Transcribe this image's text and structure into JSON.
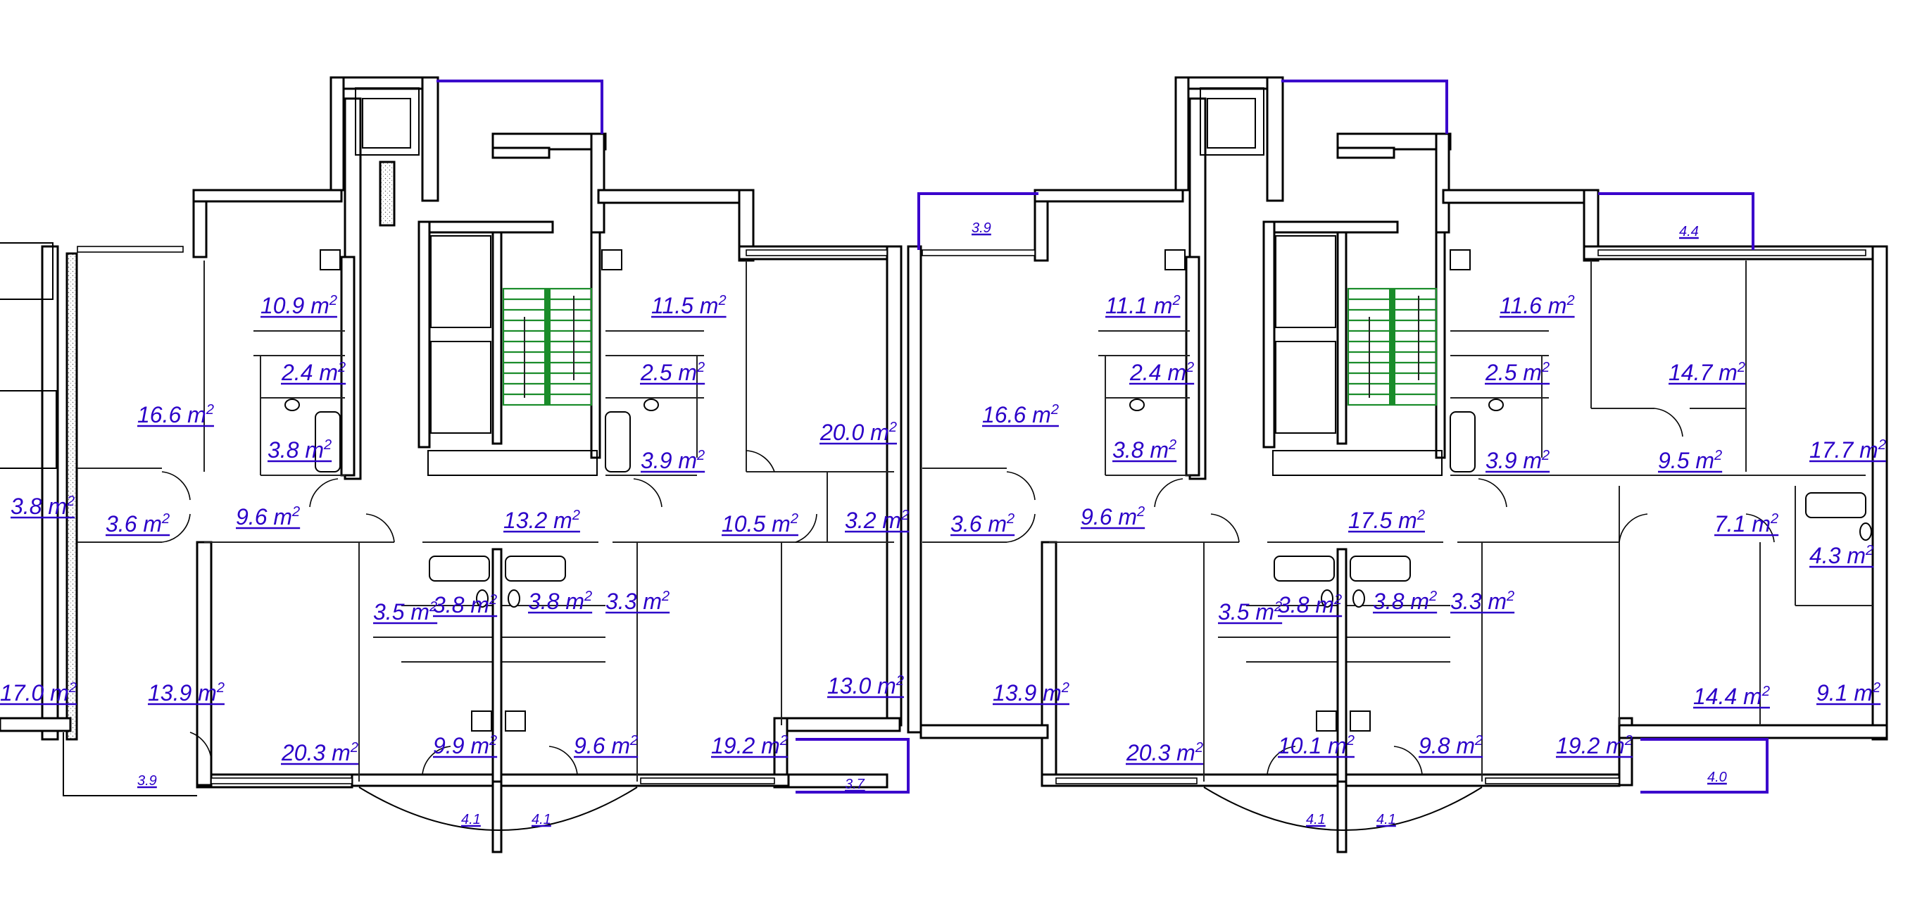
{
  "rooms": [
    {
      "label": "10.9 m",
      "sup": "2"
    },
    {
      "label": "11.5 m",
      "sup": "2"
    },
    {
      "label": "2.4 m",
      "sup": "2"
    },
    {
      "label": "2.5 m",
      "sup": "2"
    },
    {
      "label": "16.6 m",
      "sup": "2"
    },
    {
      "label": "3.8 m",
      "sup": "2"
    },
    {
      "label": "3.9 m",
      "sup": "2"
    },
    {
      "label": "20.0 m",
      "sup": "2"
    },
    {
      "label": "3.8 m",
      "sup": "2"
    },
    {
      "label": "3.6 m",
      "sup": "2"
    },
    {
      "label": "9.6 m",
      "sup": "2"
    },
    {
      "label": "13.2 m",
      "sup": "2"
    },
    {
      "label": "10.5 m",
      "sup": "2"
    },
    {
      "label": "3.2 m",
      "sup": "2"
    },
    {
      "label": "3.5 m",
      "sup": "2"
    },
    {
      "label": "3.8 m",
      "sup": "2"
    },
    {
      "label": "3.8 m",
      "sup": "2"
    },
    {
      "label": "3.3 m",
      "sup": "2"
    },
    {
      "label": "17.0 m",
      "sup": "2"
    },
    {
      "label": "13.9 m",
      "sup": "2"
    },
    {
      "label": "13.0 m",
      "sup": "2"
    },
    {
      "label": "20.3 m",
      "sup": "2"
    },
    {
      "label": "9.9 m",
      "sup": "2"
    },
    {
      "label": "9.6 m",
      "sup": "2"
    },
    {
      "label": "19.2 m",
      "sup": "2"
    },
    {
      "label": "11.1 m",
      "sup": "2"
    },
    {
      "label": "11.6 m",
      "sup": "2"
    },
    {
      "label": "2.4 m",
      "sup": "2"
    },
    {
      "label": "2.5 m",
      "sup": "2"
    },
    {
      "label": "14.7 m",
      "sup": "2"
    },
    {
      "label": "16.6 m",
      "sup": "2"
    },
    {
      "label": "3.8 m",
      "sup": "2"
    },
    {
      "label": "3.9 m",
      "sup": "2"
    },
    {
      "label": "9.5 m",
      "sup": "2"
    },
    {
      "label": "17.7 m",
      "sup": "2"
    },
    {
      "label": "3.6 m",
      "sup": "2"
    },
    {
      "label": "9.6 m",
      "sup": "2"
    },
    {
      "label": "17.5 m",
      "sup": "2"
    },
    {
      "label": "7.1 m",
      "sup": "2"
    },
    {
      "label": "4.3 m",
      "sup": "2"
    },
    {
      "label": "3.5 m",
      "sup": "2"
    },
    {
      "label": "3.8 m",
      "sup": "2"
    },
    {
      "label": "3.8 m",
      "sup": "2"
    },
    {
      "label": "3.3 m",
      "sup": "2"
    },
    {
      "label": "13.9 m",
      "sup": "2"
    },
    {
      "label": "14.4 m",
      "sup": "2"
    },
    {
      "label": "9.1 m",
      "sup": "2"
    },
    {
      "label": "20.3 m",
      "sup": "2"
    },
    {
      "label": "10.1 m",
      "sup": "2"
    },
    {
      "label": "9.8 m",
      "sup": "2"
    },
    {
      "label": "19.2 m",
      "sup": "2"
    }
  ],
  "balconies": [
    "3.9",
    "4.4",
    "3.9",
    "3.7",
    "4.1",
    "4.1",
    "4.1",
    "4.1",
    "4.0"
  ],
  "colors": {
    "label": "#2b00c8",
    "balcony_line": "#3a00cc",
    "stair": "#1a8c2a",
    "wall": "#000000"
  }
}
